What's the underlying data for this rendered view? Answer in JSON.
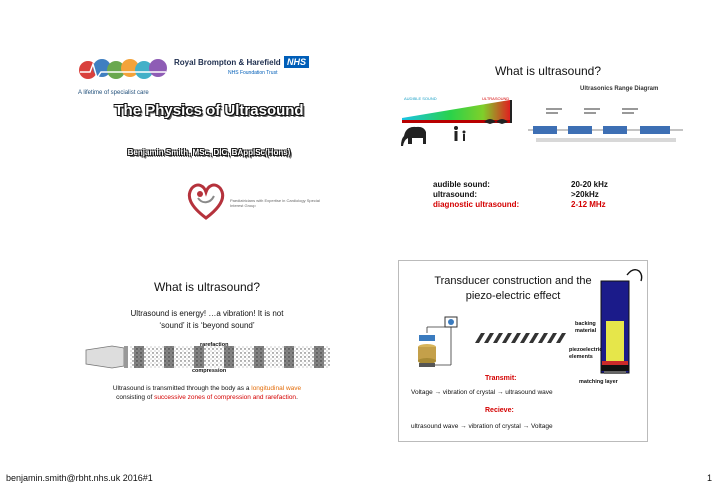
{
  "slide1": {
    "tagline": "A lifetime of specialist care",
    "trust_name": "Royal Brompton & Harefield",
    "nhs": "NHS",
    "trust_sub": "NHS Foundation Trust",
    "title": "The Physics of Ultrasound",
    "author": "Benjamin Smith, MSc, DIC, BAppISc(Hons)",
    "peg_text": "Paediatricians with Expertise in Cardiology Special Interest Group"
  },
  "slide2": {
    "heading": "What is ultrasound?",
    "diagram_title": "Ultrasonics Range Diagram",
    "audible_label": "AUDIBLE SOUND",
    "ultrasound_label": "ULTRASOUND",
    "specs": [
      {
        "label": "audible sound:",
        "value": "20-20 kHz",
        "highlight": false
      },
      {
        "label": "ultrasound:",
        "value": ">20kHz",
        "highlight": false
      },
      {
        "label": "diagnostic ultrasound:",
        "value": "2-12 MHz",
        "highlight": true
      }
    ]
  },
  "slide3": {
    "heading": "What is ultrasound?",
    "body_line1": "Ultrasound is energy! …a vibration! It is not",
    "body_line2": "‘sound’ it is ‘beyond sound’",
    "rarefaction": "rarefaction",
    "compression": "compression",
    "note_pre": "Ultrasound is transmitted through the body as a ",
    "note_wave": "longitudinal wave",
    "note_mid": "consisting of ",
    "note_zones": "successive zones of compression and rarefaction",
    "note_end": "."
  },
  "slide4": {
    "heading_line1": "Transducer construction and the",
    "heading_line2": "piezo-electric effect",
    "backing_material": "backing material",
    "piezo_elements": "piezoelectric elements",
    "matching_layer": "matching layer",
    "transmit_label": "Transmit:",
    "transmit_text": "Voltage → vibration of crystal → ultrasound wave",
    "receive_label": "Recieve:",
    "receive_text": "ultrasound wave → vibration of crystal → Voltage"
  },
  "footer": {
    "email": "benjamin.smith@rbht.nhs.uk 2016#1",
    "page": "1"
  }
}
